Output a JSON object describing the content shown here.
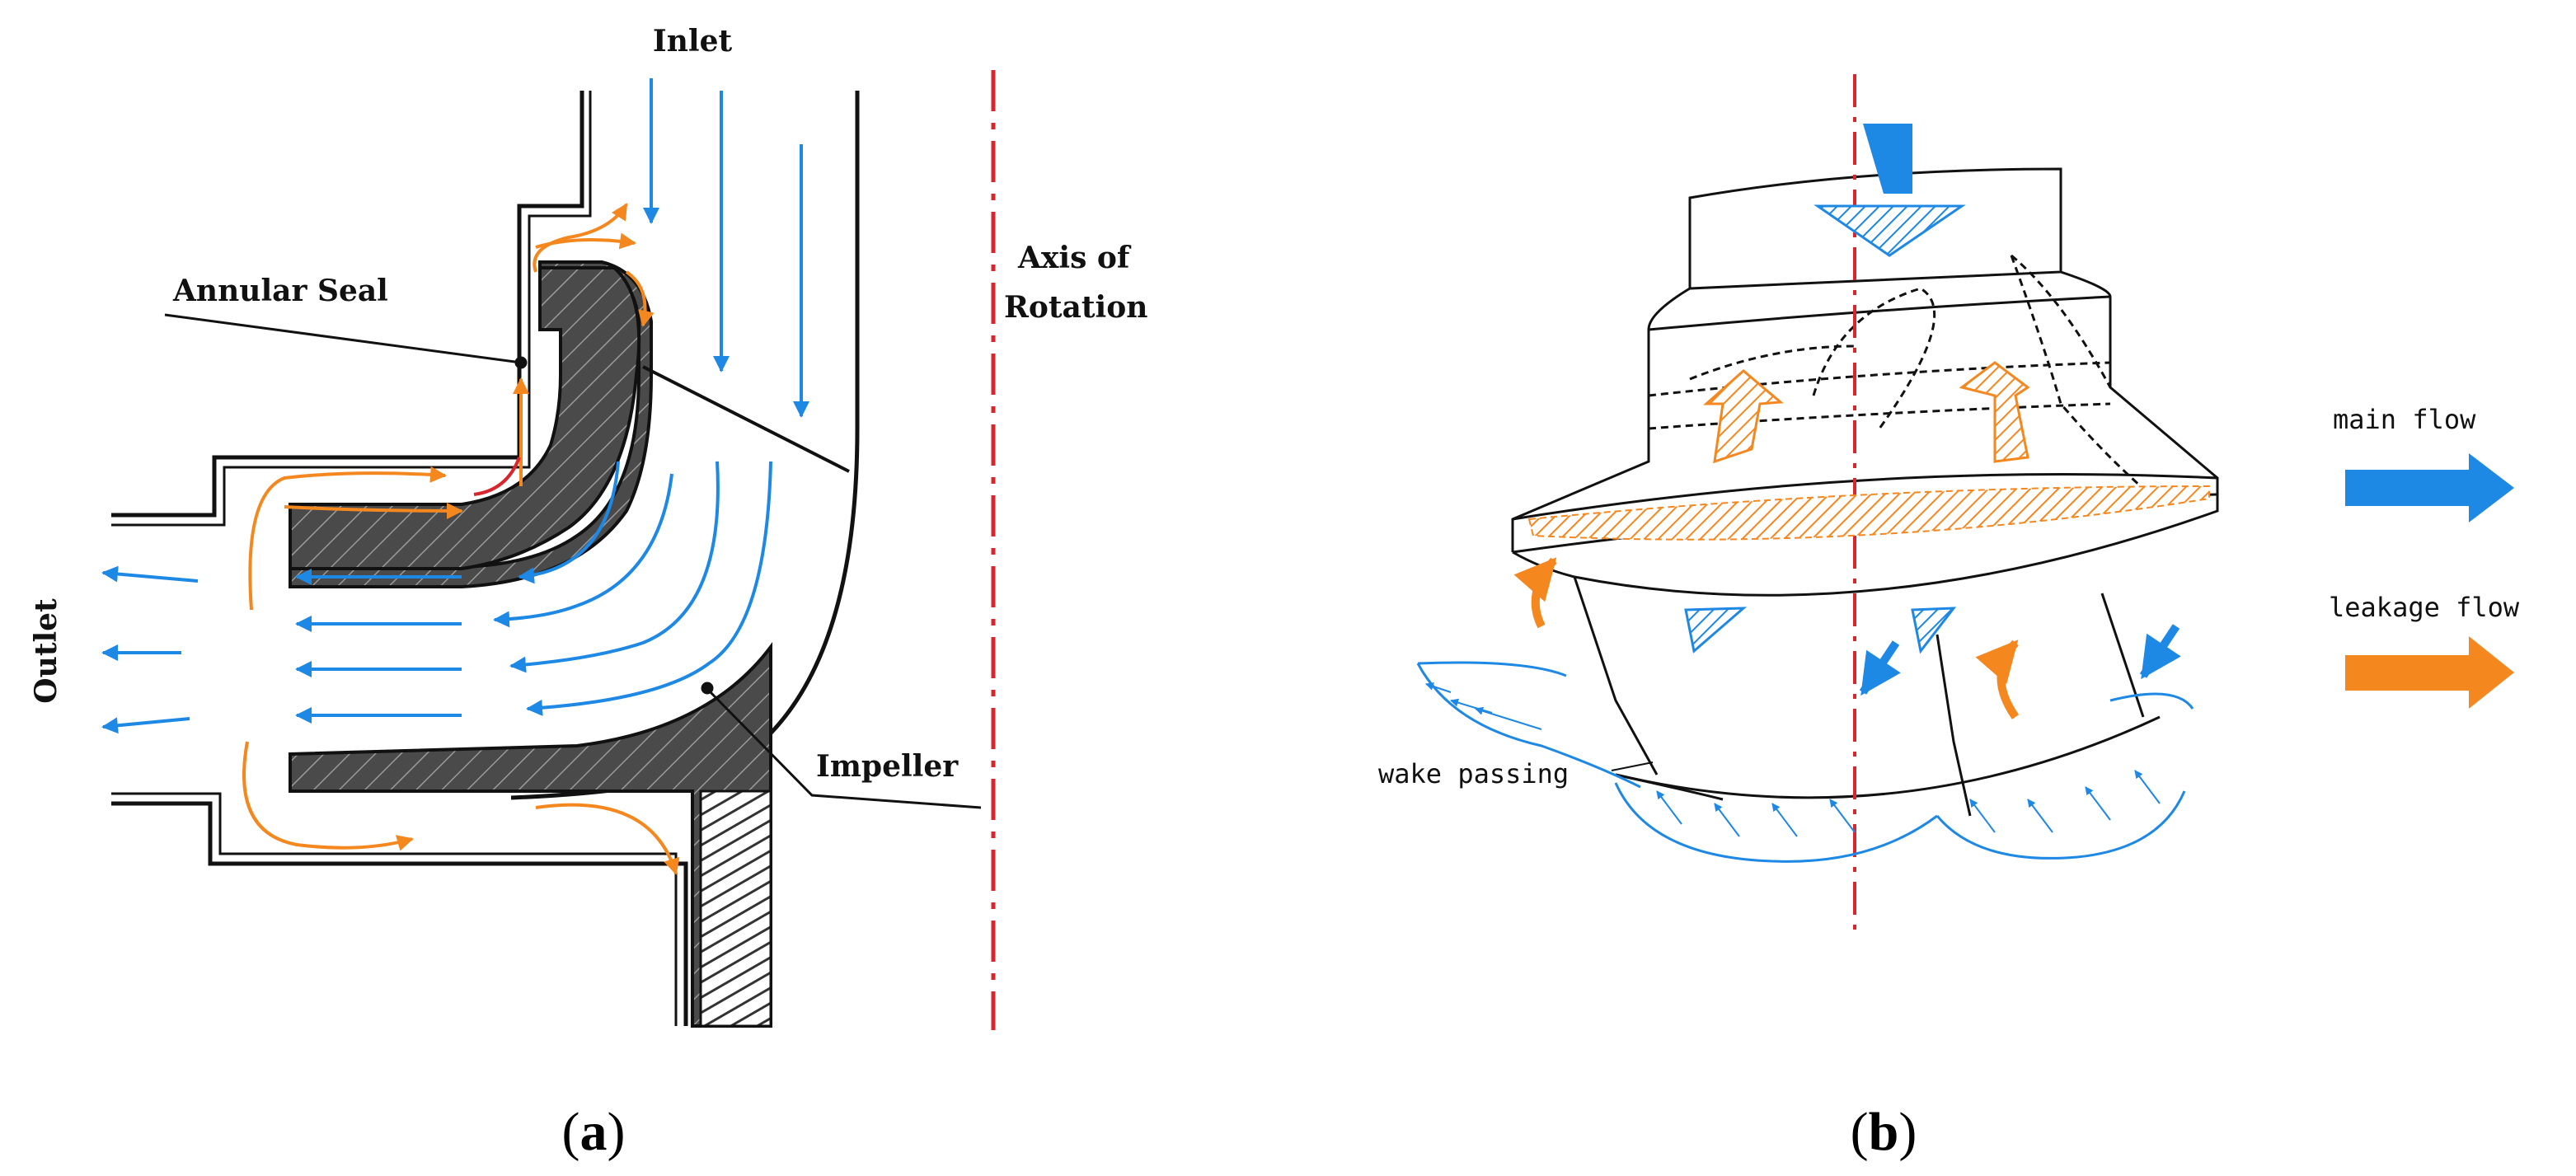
{
  "panel_a": {
    "labels": {
      "inlet": "Inlet",
      "outlet": "Outlet",
      "axis_line1": "Axis of",
      "axis_line2": "Rotation",
      "annular_seal": "Annular Seal",
      "impeller": "Impeller"
    },
    "caption_open": "(",
    "caption_letter": "a",
    "caption_close": ")"
  },
  "panel_b": {
    "labels": {
      "wake_passing": "wake passing"
    },
    "legend": {
      "main_flow": "main flow",
      "leakage_flow": "leakage flow"
    },
    "caption_open": "(",
    "caption_letter": "b",
    "caption_close": ")"
  },
  "colors": {
    "main_flow": "#1e88e5",
    "leakage_flow": "#f5871f",
    "axis_line": "#d8262e",
    "outline": "#111111",
    "hatch": "#333333"
  }
}
